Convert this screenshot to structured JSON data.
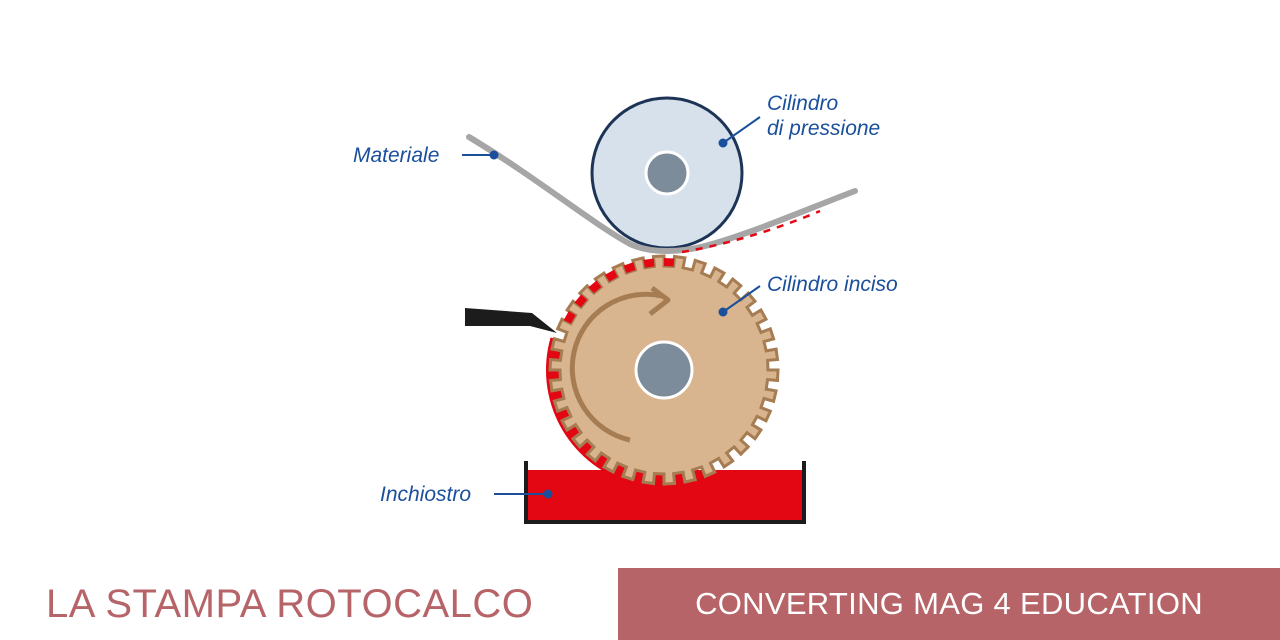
{
  "diagram": {
    "labels": {
      "materiale": "Materiale",
      "cilindro_pressione_line1": "Cilindro",
      "cilindro_pressione_line2": "di pressione",
      "cilindro_inciso": "Cilindro inciso",
      "inchiostro": "Inchiostro"
    }
  },
  "footer": {
    "title": "LA STAMPA ROTOCALCO",
    "band_text": "CONVERTING MAG 4 EDUCATION"
  },
  "colors": {
    "label_blue": "#1a4f9c",
    "ink_red": "#e30613",
    "engraved_fill": "#d8b48f",
    "engraved_stroke": "#a67c52",
    "pressure_fill": "#d6e1ec",
    "pressure_stroke": "#1d3456",
    "hub": "#7d8c9a",
    "material_gray": "#a6a6a6",
    "doctor_blade": "#1c1c1c",
    "footer_band": "#b76468",
    "footer_title": "#b76468"
  }
}
